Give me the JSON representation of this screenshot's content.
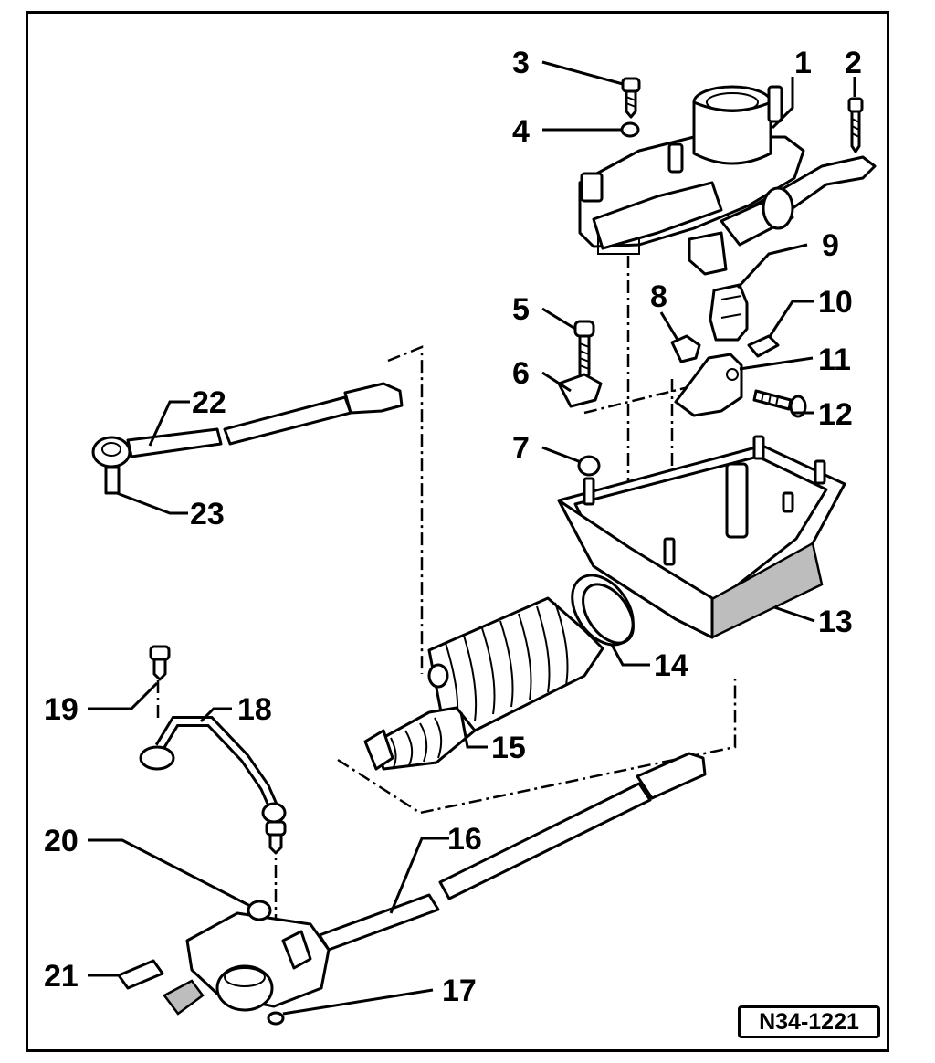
{
  "diagram": {
    "reference": "N34-1221",
    "callouts": [
      {
        "id": "c1",
        "label": "1"
      },
      {
        "id": "c2",
        "label": "2"
      },
      {
        "id": "c3",
        "label": "3"
      },
      {
        "id": "c4",
        "label": "4"
      },
      {
        "id": "c5",
        "label": "5"
      },
      {
        "id": "c6",
        "label": "6"
      },
      {
        "id": "c7",
        "label": "7"
      },
      {
        "id": "c8",
        "label": "8"
      },
      {
        "id": "c9",
        "label": "9"
      },
      {
        "id": "c10",
        "label": "10"
      },
      {
        "id": "c11",
        "label": "11"
      },
      {
        "id": "c12",
        "label": "12"
      },
      {
        "id": "c13",
        "label": "13"
      },
      {
        "id": "c14",
        "label": "14"
      },
      {
        "id": "c15",
        "label": "15"
      },
      {
        "id": "c16",
        "label": "16"
      },
      {
        "id": "c17",
        "label": "17"
      },
      {
        "id": "c18",
        "label": "18"
      },
      {
        "id": "c19",
        "label": "19"
      },
      {
        "id": "c20",
        "label": "20"
      },
      {
        "id": "c21",
        "label": "21"
      },
      {
        "id": "c22",
        "label": "22"
      },
      {
        "id": "c23",
        "label": "23"
      }
    ]
  }
}
